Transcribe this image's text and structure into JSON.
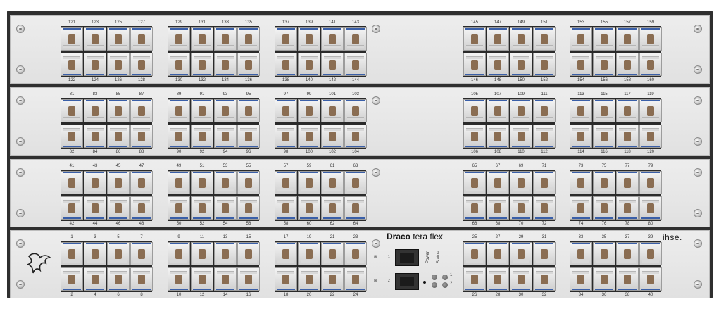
{
  "device": {
    "brand_bold": "Draco",
    "brand_rest": " tera flex",
    "logo": "ihse.",
    "rj45_labels": [
      "1",
      "2"
    ],
    "led_labels": [
      "Power",
      "Status"
    ],
    "led_numbers": [
      "1",
      "2"
    ]
  },
  "panels": [
    {
      "groups": [
        {
          "top": [
            "121",
            "123",
            "125",
            "127"
          ],
          "bottom": [
            "122",
            "124",
            "126",
            "128"
          ]
        },
        {
          "top": [
            "129",
            "131",
            "133",
            "135"
          ],
          "bottom": [
            "130",
            "132",
            "134",
            "136"
          ]
        },
        {
          "top": [
            "137",
            "139",
            "141",
            "143"
          ],
          "bottom": [
            "138",
            "140",
            "142",
            "144"
          ]
        },
        {
          "top": [
            "145",
            "147",
            "149",
            "151"
          ],
          "bottom": [
            "146",
            "148",
            "150",
            "152"
          ]
        },
        {
          "top": [
            "153",
            "155",
            "157",
            "159"
          ],
          "bottom": [
            "154",
            "156",
            "158",
            "160"
          ]
        }
      ]
    },
    {
      "groups": [
        {
          "top": [
            "81",
            "83",
            "85",
            "87"
          ],
          "bottom": [
            "82",
            "84",
            "86",
            "88"
          ]
        },
        {
          "top": [
            "89",
            "91",
            "93",
            "95"
          ],
          "bottom": [
            "90",
            "92",
            "94",
            "96"
          ]
        },
        {
          "top": [
            "97",
            "99",
            "101",
            "103"
          ],
          "bottom": [
            "98",
            "100",
            "102",
            "104"
          ]
        },
        {
          "top": [
            "105",
            "107",
            "109",
            "111"
          ],
          "bottom": [
            "106",
            "108",
            "110",
            "112"
          ]
        },
        {
          "top": [
            "113",
            "115",
            "117",
            "119"
          ],
          "bottom": [
            "114",
            "116",
            "118",
            "120"
          ]
        }
      ]
    },
    {
      "groups": [
        {
          "top": [
            "41",
            "43",
            "45",
            "47"
          ],
          "bottom": [
            "42",
            "44",
            "46",
            "48"
          ]
        },
        {
          "top": [
            "49",
            "51",
            "53",
            "55"
          ],
          "bottom": [
            "50",
            "52",
            "54",
            "56"
          ]
        },
        {
          "top": [
            "57",
            "59",
            "61",
            "63"
          ],
          "bottom": [
            "58",
            "60",
            "62",
            "64"
          ]
        },
        {
          "top": [
            "65",
            "67",
            "69",
            "71"
          ],
          "bottom": [
            "66",
            "68",
            "70",
            "72"
          ]
        },
        {
          "top": [
            "73",
            "75",
            "77",
            "79"
          ],
          "bottom": [
            "74",
            "76",
            "78",
            "80"
          ]
        }
      ]
    },
    {
      "groups": [
        {
          "top": [
            "1",
            "3",
            "5",
            "7"
          ],
          "bottom": [
            "2",
            "4",
            "6",
            "8"
          ]
        },
        {
          "top": [
            "9",
            "11",
            "13",
            "15"
          ],
          "bottom": [
            "10",
            "12",
            "14",
            "16"
          ]
        },
        {
          "top": [
            "17",
            "19",
            "21",
            "23"
          ],
          "bottom": [
            "18",
            "20",
            "22",
            "24"
          ]
        },
        {
          "top": [
            "25",
            "27",
            "29",
            "31"
          ],
          "bottom": [
            "26",
            "28",
            "30",
            "32"
          ]
        },
        {
          "top": [
            "33",
            "35",
            "37",
            "39"
          ],
          "bottom": [
            "34",
            "36",
            "38",
            "40"
          ]
        }
      ]
    }
  ]
}
